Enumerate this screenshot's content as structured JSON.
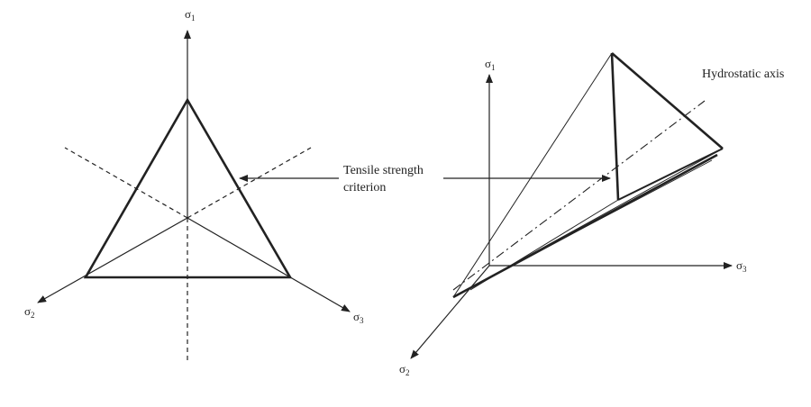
{
  "left_view": {
    "axis_sigma1": {
      "symbol": "σ",
      "subscript": "1"
    },
    "axis_sigma2": {
      "symbol": "σ",
      "subscript": "2"
    },
    "axis_sigma3": {
      "symbol": "σ",
      "subscript": "3"
    }
  },
  "right_view": {
    "axis_sigma1": {
      "symbol": "σ",
      "subscript": "1"
    },
    "axis_sigma2": {
      "symbol": "σ",
      "subscript": "2"
    },
    "axis_sigma3": {
      "symbol": "σ",
      "subscript": "3"
    },
    "hydrostatic_label": "Hydrostatic axis"
  },
  "annotation": {
    "line1": "Tensile strength",
    "line2": "criterion"
  },
  "colors": {
    "stroke": "#222222",
    "background": "#ffffff"
  }
}
